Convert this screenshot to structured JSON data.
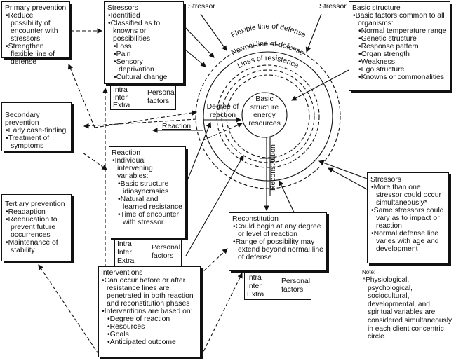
{
  "primary": {
    "title": "Primary prevention",
    "items": [
      "Reduce possibility of encounter with stressors",
      "Strengthen flexible line of defense"
    ]
  },
  "stressors": {
    "title": "Stressors",
    "items": [
      "Identified",
      "Classified as to knowns or possibilities"
    ],
    "sub": [
      "Loss",
      "Pain",
      "Sensory deprivation",
      "Cultural change"
    ]
  },
  "personal": {
    "intra": "Intra",
    "inter": "Inter",
    "extra": "Extra",
    "label1": "Personal",
    "label2": "factors"
  },
  "labels": {
    "stressor_left": "Stressor",
    "stressor_right": "Stressor",
    "flexible": "Flexible line of defense",
    "normal": "Normal line of defense",
    "resistance": "Lines of resistance",
    "core": [
      "Basic",
      "structure",
      "energy",
      "resources"
    ],
    "degree1": "Degree of",
    "degree2": "reaction",
    "reaction": "Reaction",
    "reconstitution": "Reconstitution"
  },
  "basic": {
    "title": "Basic structure",
    "item": "Basic factors common to all organisms:",
    "sub": [
      "Normal temperature range",
      "Genetic structure",
      "Response pattern",
      "Organ strength",
      "Weakness",
      "Ego structure",
      "Knowns or commonalities"
    ]
  },
  "secondary": {
    "title": "Secondary prevention",
    "items": [
      "Early case-finding",
      "Treatment of symptoms"
    ]
  },
  "reaction": {
    "title": "Reaction",
    "item": "Individual intervening variables:",
    "sub": [
      "Basic structure idiosyncrasies",
      "Natural and learned resistance",
      "Time of encounter with stressor"
    ]
  },
  "tertiary": {
    "title": "Tertiary prevention",
    "items": [
      "Readaption",
      "Reeducation to prevent future occurrences",
      "Maintenance of stability"
    ]
  },
  "interventions": {
    "title": "Interventions",
    "items": [
      "Can occur before or after resistance lines are penetrated in both reaction and reconstitution phases",
      "Interventions are based on:"
    ],
    "sub": [
      "Degree of reaction",
      "Resources",
      "Goals",
      "Anticipated outcome"
    ]
  },
  "reconstitution": {
    "title": "Reconstitution",
    "items": [
      "Could begin at any degree or level of reaction",
      "Range of possibility may extend beyond normal line of defense"
    ]
  },
  "stressors2": {
    "title": "Stressors",
    "items": [
      "More than one stressor could occur simultaneously*",
      "Same stressors could vary as to impact or reaction",
      "Normal defense line varies with age and development"
    ]
  },
  "note": {
    "title": "Note:",
    "text": "*Physiological, psychological, sociocultural, developmental, and spiritual variables are considered simultaneously in each client concentric circle."
  }
}
